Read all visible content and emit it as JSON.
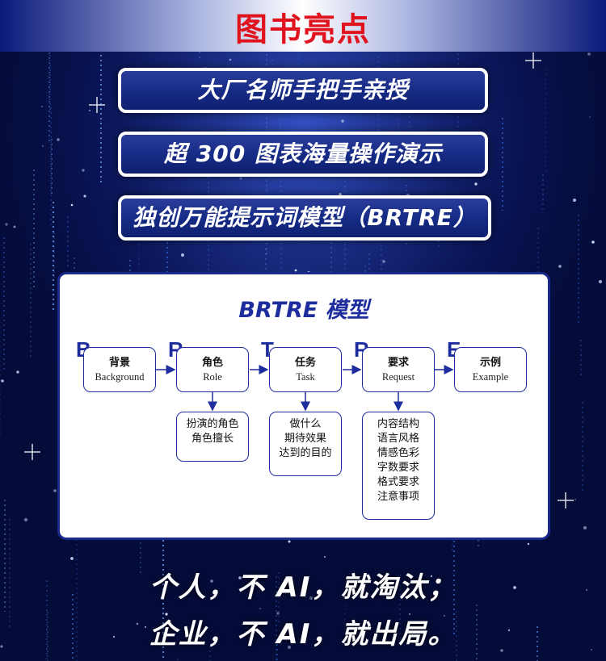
{
  "header": {
    "title": "图书亮点"
  },
  "highlights": [
    "大厂名师手把手亲授",
    "超 300 图表海量操作演示",
    "独创万能提示词模型（BRTRE）"
  ],
  "model": {
    "title": "BRTRE 模型",
    "steps": [
      {
        "letter": "B",
        "cn": "背景",
        "en": "Background"
      },
      {
        "letter": "R",
        "cn": "角色",
        "en": "Role"
      },
      {
        "letter": "T",
        "cn": "任务",
        "en": "Task"
      },
      {
        "letter": "R",
        "cn": "要求",
        "en": "Request"
      },
      {
        "letter": "E",
        "cn": "示例",
        "en": "Example"
      }
    ],
    "details": {
      "role": [
        "扮演的角色",
        "角色擅长"
      ],
      "task": [
        "做什么",
        "期待效果",
        "达到的目的"
      ],
      "request": [
        "内容结构",
        "语言风格",
        "情感色彩",
        "字数要求",
        "格式要求",
        "注意事项"
      ]
    }
  },
  "slogans": [
    "个人，不 AI，就淘汰；",
    "企业，不 AI，就出局。"
  ],
  "colors": {
    "header_title": "#e0141e",
    "brand_blue": "#1e2d9e",
    "background": "#050c3a"
  }
}
